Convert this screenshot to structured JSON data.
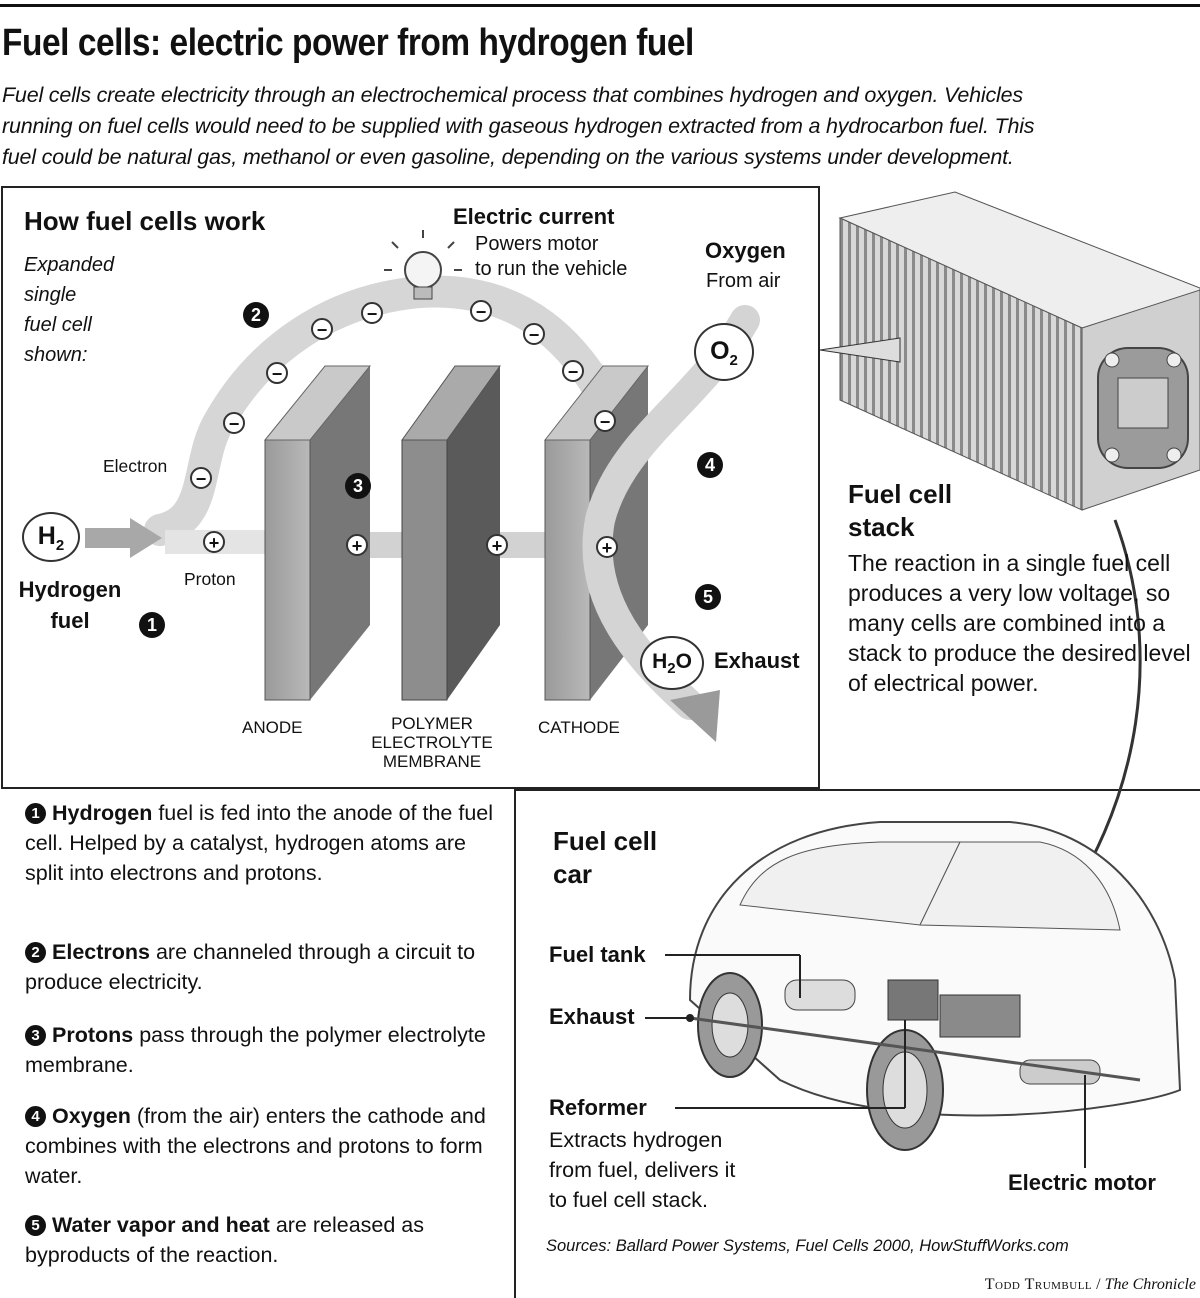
{
  "title": "Fuel cells: electric power from hydrogen fuel",
  "intro": [
    "Fuel cells create electricity through an electrochemical process that combines hydrogen and oxygen. Vehicles",
    "running on fuel cells would need to be supplied with gaseous hydrogen extracted from a hydrocarbon fuel. This",
    "fuel could be natural gas, methanol or even gasoline, depending on the various systems under development."
  ],
  "diagram": {
    "heading": "How fuel cells work",
    "caption": [
      "Expanded",
      "single",
      "fuel cell",
      "shown:"
    ],
    "electric_current": "Electric current",
    "powers_motor": [
      "Powers motor",
      "to run the vehicle"
    ],
    "oxygen": "Oxygen",
    "from_air": "From air",
    "o2": "O",
    "o2_sub": "2",
    "h2": "H",
    "h2_sub": "2",
    "h2o_a": "H",
    "h2o_sub": "2",
    "h2o_b": "O",
    "exhaust": "Exhaust",
    "electron": "Electron",
    "proton": "Proton",
    "hydrogen_fuel": [
      "Hydrogen",
      "fuel"
    ],
    "anode": "ANODE",
    "membrane": [
      "POLYMER",
      "ELECTROLYTE",
      "MEMBRANE"
    ],
    "cathode": "CATHODE",
    "minus": "−",
    "plus": "+",
    "markers": [
      "1",
      "2",
      "3",
      "4",
      "5"
    ]
  },
  "stack": {
    "heading": [
      "Fuel cell",
      "stack"
    ],
    "text": "The reaction in a single fuel cell produces a very low voltage, so many cells are combined into a stack to produce the desired level of electrical power."
  },
  "steps": [
    {
      "num": "1",
      "bold": "Hydrogen",
      "rest": " fuel is fed into the anode of the fuel cell. Helped by a catalyst, hydrogen atoms are split into electrons and protons."
    },
    {
      "num": "2",
      "bold": "Electrons",
      "rest": " are channeled through a circuit to produce electricity."
    },
    {
      "num": "3",
      "bold": "Protons",
      "rest": " pass through the polymer electrolyte membrane."
    },
    {
      "num": "4",
      "bold": "Oxygen",
      "rest": " (from the air) enters the cathode and combines with the electrons and protons to form water."
    },
    {
      "num": "5",
      "bold": "Water vapor and heat",
      "rest": " are released as byproducts of the reaction."
    }
  ],
  "car": {
    "heading": [
      "Fuel cell",
      "car"
    ],
    "fuel_tank": "Fuel tank",
    "exhaust": "Exhaust",
    "reformer": "Reformer",
    "reformer_text": [
      "Extracts hydrogen",
      "from fuel, delivers it",
      "to fuel cell stack."
    ],
    "electric_motor": "Electric motor"
  },
  "sources": "Sources: Ballard Power Systems, Fuel Cells 2000, HowStuffWorks.com",
  "credit_name": "Todd Trumbull",
  "credit_sep": " / ",
  "credit_paper": "The Chronicle"
}
